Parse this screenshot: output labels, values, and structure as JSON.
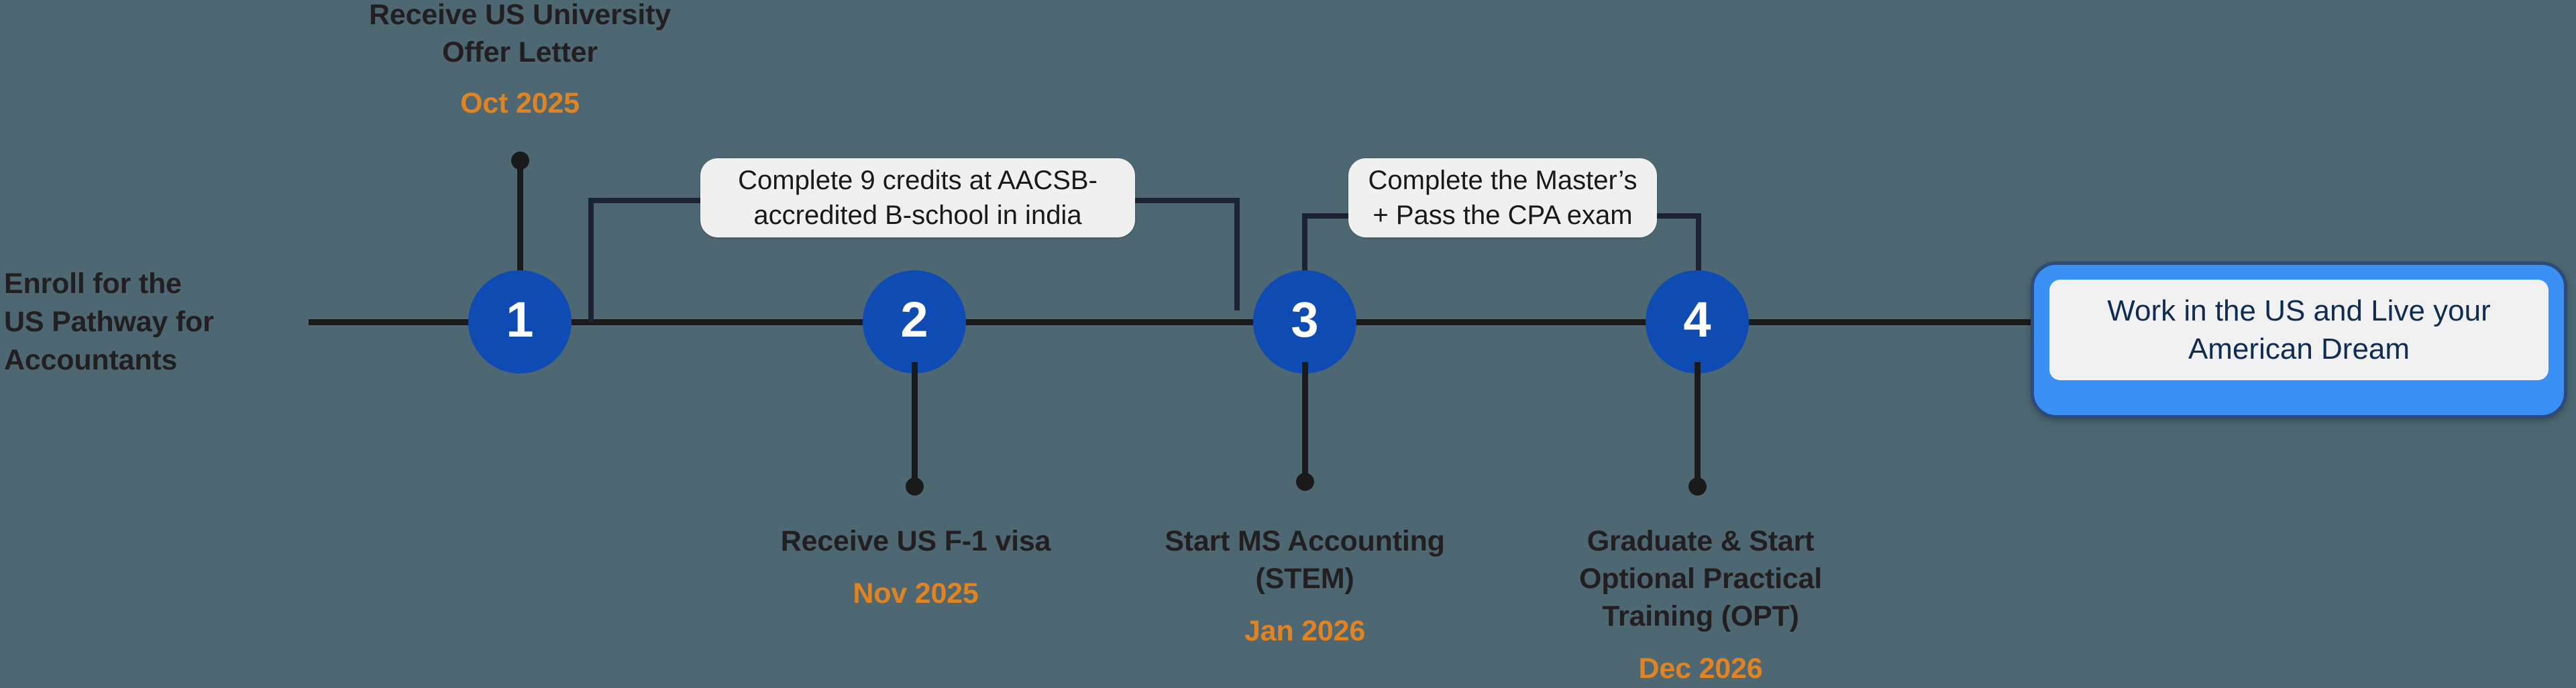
{
  "diagram": {
    "title_label": "Enroll for the\nUS Pathway for\nAccountants",
    "background_color": "#4d6872",
    "node_color": "#0e4cb3",
    "accent_date_color": "#e08320",
    "line_color": "#1a1a1a",
    "cta_border_color": "#3b90f5"
  },
  "intro": {
    "line1": "Enroll for the",
    "line2": "US Pathway for",
    "line3": "Accountants"
  },
  "steps": [
    {
      "number": "1",
      "caption_line1": "Receive US University",
      "caption_line2": "Offer Letter",
      "date": "Oct 2025",
      "position": "above"
    },
    {
      "number": "2",
      "caption_line1": "Receive US F-1 visa",
      "caption_line2": "",
      "date": "Nov 2025",
      "position": "below"
    },
    {
      "number": "3",
      "caption_line1": "Start MS Accounting",
      "caption_line2": "(STEM)",
      "date": "Jan 2026",
      "position": "below"
    },
    {
      "number": "4",
      "caption_line1": "Graduate & Start",
      "caption_line2": "Optional Practical",
      "caption_line3": "Training (OPT)",
      "date": "Dec 2026",
      "position": "below"
    }
  ],
  "tooltips": [
    {
      "line1": "Complete 9 credits at AACSB-",
      "line2": "accredited B-school in india",
      "spans_from": "1",
      "spans_to": "3"
    },
    {
      "line1": "Complete the Master’s",
      "line2": "+ Pass the CPA exam",
      "spans_from": "3",
      "spans_to": "4"
    }
  ],
  "cta": {
    "line1": "Work in the US and Live your",
    "line2": "American Dream"
  }
}
